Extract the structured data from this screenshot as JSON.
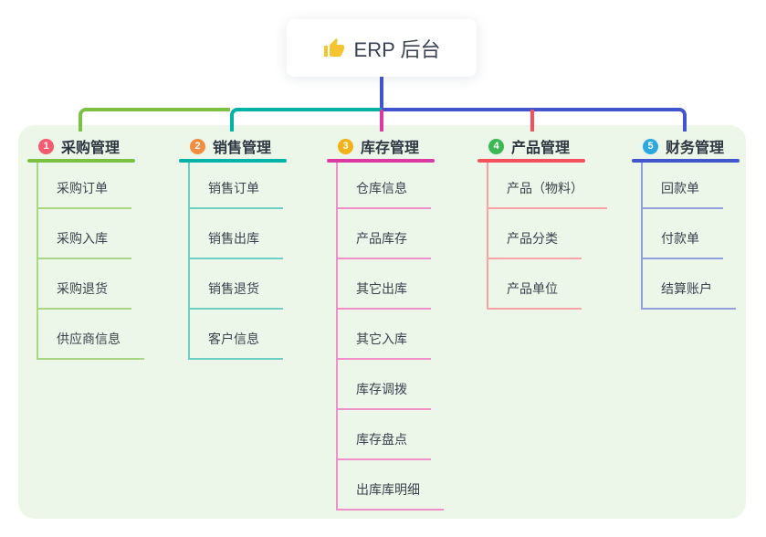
{
  "root": {
    "label": "ERP 后台",
    "icon": "thumbs-up-icon",
    "icon_color": "#F4C531"
  },
  "colors": {
    "page_bg": "#ffffff",
    "panel": "#EDF7E9",
    "root_text": "#3B4252",
    "title_text": "#2C3640",
    "child_text": "#3A434D"
  },
  "branches": [
    {
      "number": "1",
      "title": "采购管理",
      "color": "#7CC144",
      "light_color": "#A9D784",
      "badge_color": "#F25C6E",
      "children": [
        "采购订单",
        "采购入库",
        "采购退货",
        "供应商信息"
      ]
    },
    {
      "number": "2",
      "title": "销售管理",
      "color": "#00B3A6",
      "light_color": "#6FCFC5",
      "badge_color": "#F68C3D",
      "children": [
        "销售订单",
        "销售出库",
        "销售退货",
        "客户信息"
      ]
    },
    {
      "number": "3",
      "title": "库存管理",
      "color": "#DC3AA2",
      "light_color": "#F18FCB",
      "badge_color": "#F3B217",
      "children": [
        "仓库信息",
        "产品库存",
        "其它出库",
        "其它入库",
        "库存调拨",
        "库存盘点",
        "出库库明细"
      ]
    },
    {
      "number": "4",
      "title": "产品管理",
      "color": "#F5505E",
      "light_color": "#F9A3A8",
      "badge_color": "#3BB854",
      "children": [
        "产品（物料）",
        "产品分类",
        "产品单位"
      ]
    },
    {
      "number": "5",
      "title": "财务管理",
      "color": "#4255CE",
      "light_color": "#8E9FDC",
      "badge_color": "#2BA8E0",
      "children": [
        "回款单",
        "付款单",
        "结算账户"
      ]
    }
  ]
}
